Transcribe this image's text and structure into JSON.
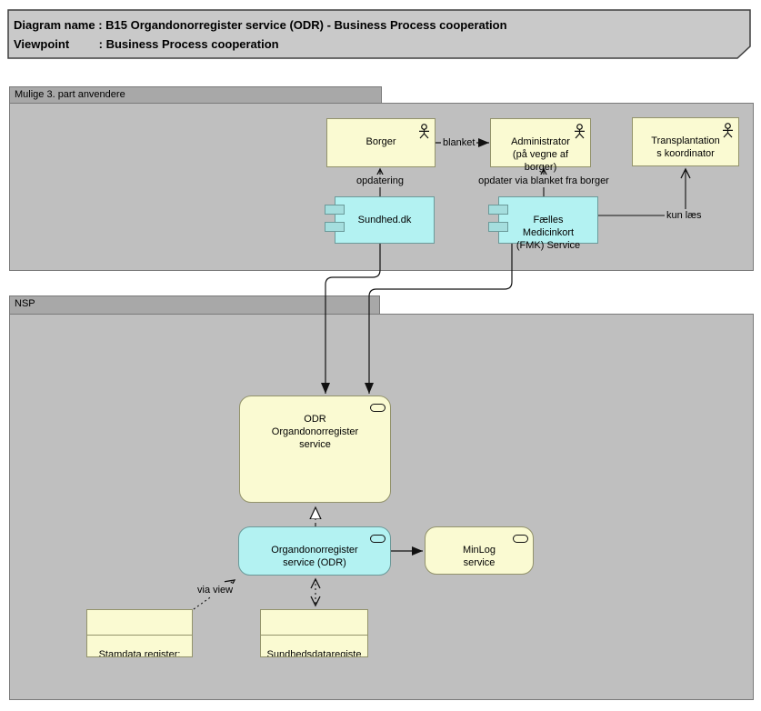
{
  "title_note": {
    "text": "Diagram name : B15 Organdonorregister service (ODR) - Business Process cooperation\nViewpoint         : Business Process cooperation"
  },
  "groups": {
    "third_party": {
      "label": "Mulige 3. part anvendere"
    },
    "nsp": {
      "label": "NSP"
    }
  },
  "actors": {
    "borger": "Borger",
    "administrator": "Administrator\n(på vegne af\nborger)",
    "transplant_koordinator": "Transplantation\ns koordinator"
  },
  "components": {
    "sundhed_dk": "Sundhed.dk",
    "fmk": "Fælles\nMedicinkort\n(FMK) Service"
  },
  "services": {
    "odr_app": "ODR\nOrgandonorregister\nservice",
    "odr_service": "Organdonorregister\nservice (ODR)",
    "minlog": "MinLog\nservice"
  },
  "data_objects": {
    "stamdata": "Stamdata register:\nCPR",
    "sundhedsdata": "Sundhedsdataregiste\nr:\nOrgandonorregister"
  },
  "connection_labels": {
    "blanket": "blanket",
    "opdatering": "opdatering",
    "opdater_via_blanket": "opdater via blanket fra borger",
    "kun_laes": "kun læs",
    "via_view": "via view"
  },
  "colors": {
    "group_body": "#bfbfbf",
    "group_tab": "#a8a8a8",
    "group_border": "#7a7a7a",
    "note_fill": "#c9c9c9",
    "note_border": "#3f3f3f",
    "business_fill": "#fafad2",
    "business_border": "#93936b",
    "app_fill": "#b3f2f2",
    "app_border": "#6b9a9a",
    "component_tab_fill": "#a5dede",
    "line": "#111111"
  }
}
